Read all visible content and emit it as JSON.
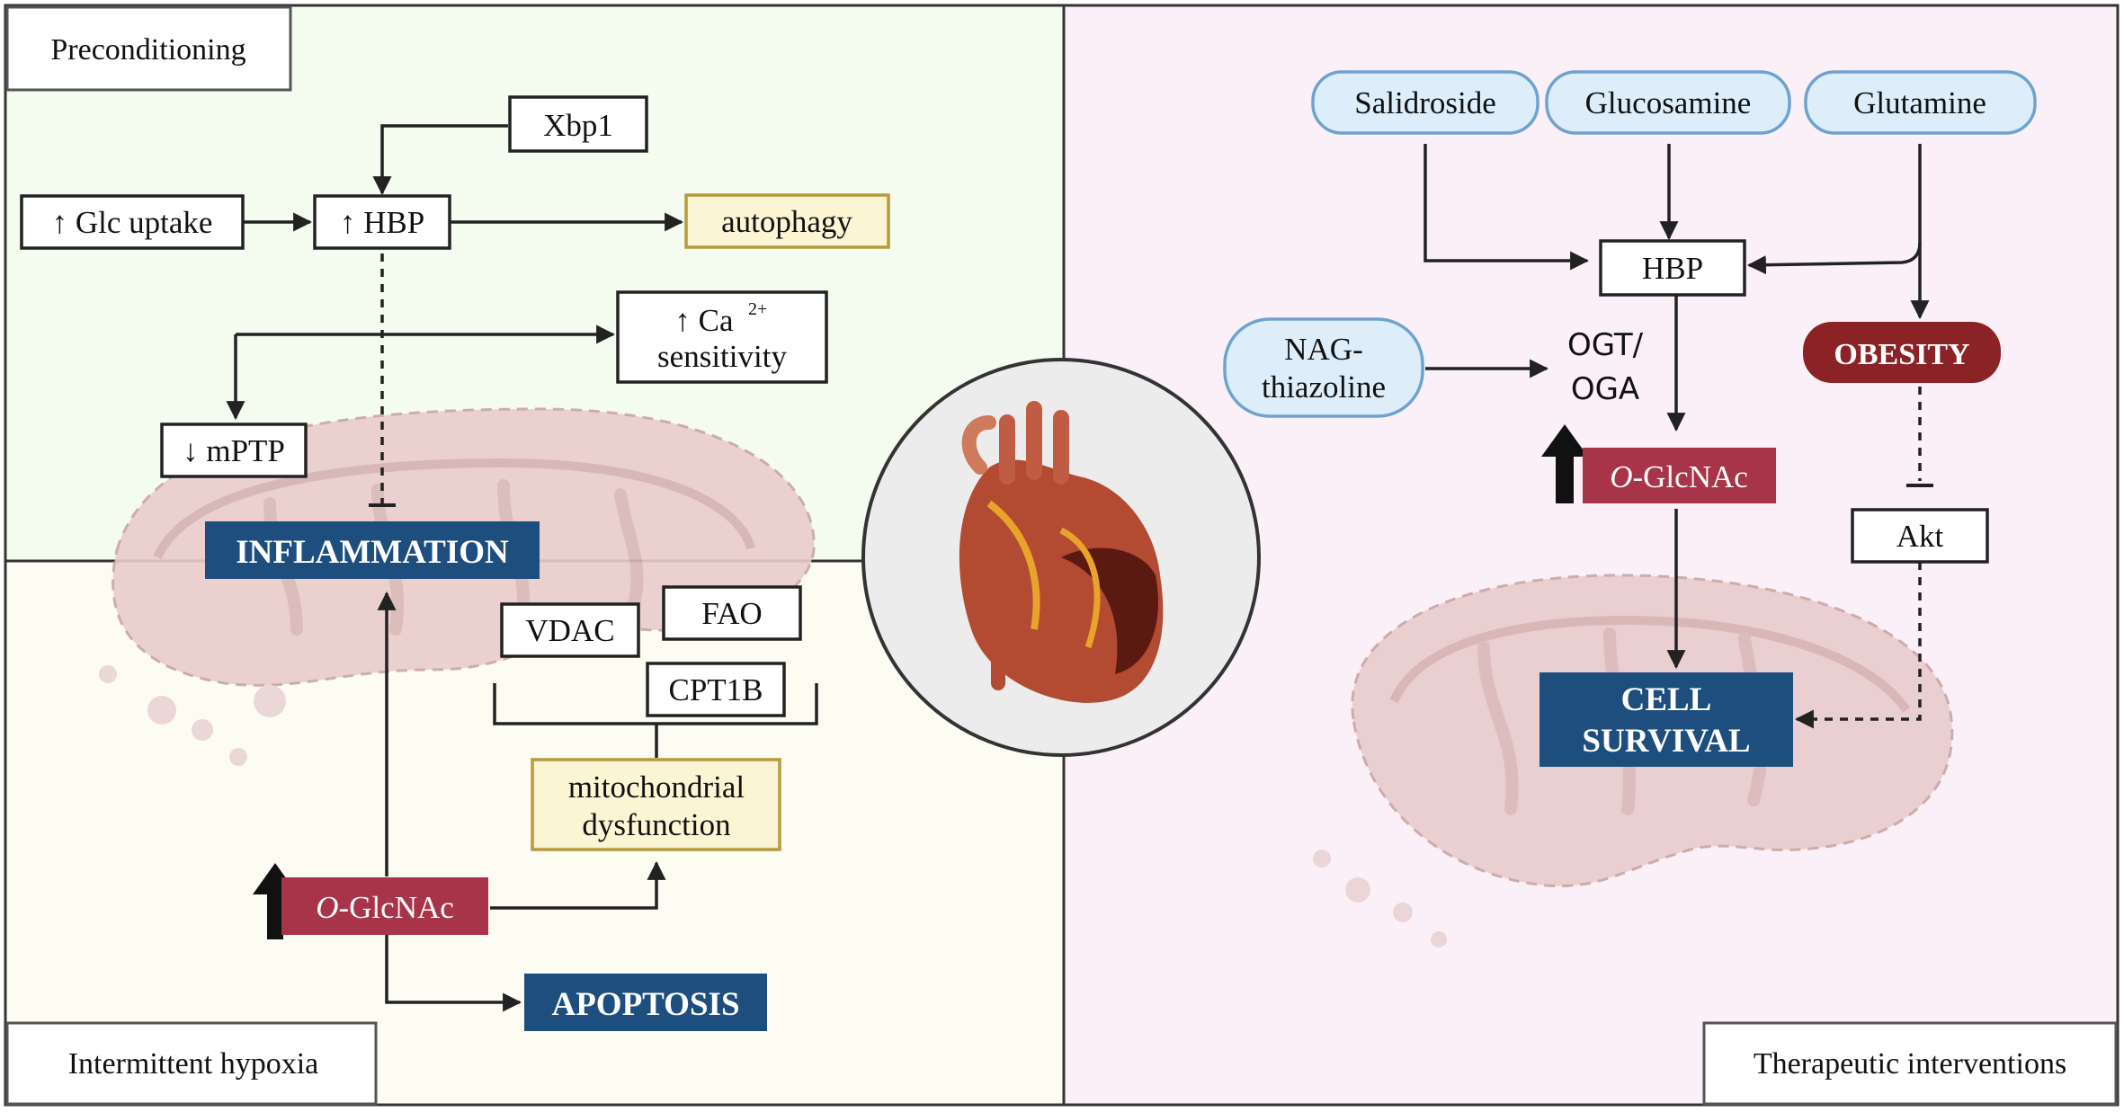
{
  "panels": {
    "preconditioning": "Preconditioning",
    "intermittent_hypoxia": "Intermittent hypoxia",
    "therapeutic": "Therapeutic interventions"
  },
  "left": {
    "xbp1": "Xbp1",
    "glc_uptake": "↑ Glc uptake",
    "hbp": "↑ HBP",
    "autophagy": "autophagy",
    "ca_line1": "↑ Ca",
    "ca_sup": "2+",
    "ca_line2": "sensitivity",
    "mptp": "↓ mPTP",
    "inflammation": "INFLAMMATION",
    "vdac": "VDAC",
    "fao": "FAO",
    "cpt1b": "CPT1B",
    "mito_line1": "mitochondrial",
    "mito_line2": "dysfunction",
    "oglcnac_italic": "O",
    "oglcnac_rest": "-GlcNAc",
    "apoptosis": "APOPTOSIS"
  },
  "right": {
    "salidroside": "Salidroside",
    "glucosamine": "Glucosamine",
    "glutamine": "Glutamine",
    "hbp": "HBP",
    "nag_line1": "NAG-",
    "nag_line2": "thiazoline",
    "ogt_line1": "OGT/",
    "ogt_line2": "OGA",
    "obesity": "OBESITY",
    "oglcnac_italic": "O",
    "oglcnac_rest": "-GlcNAc",
    "akt": "Akt",
    "cell_line1": "CELL",
    "cell_line2": "SURVIVAL"
  },
  "colors": {
    "navy": "#1d4e7e",
    "crimson": "#a8344a",
    "dark_red": "#8b2326",
    "pale_blue": "#ddeefa",
    "pale_yellow": "#fbf5d4",
    "mito_pink": "#eccdcd"
  }
}
